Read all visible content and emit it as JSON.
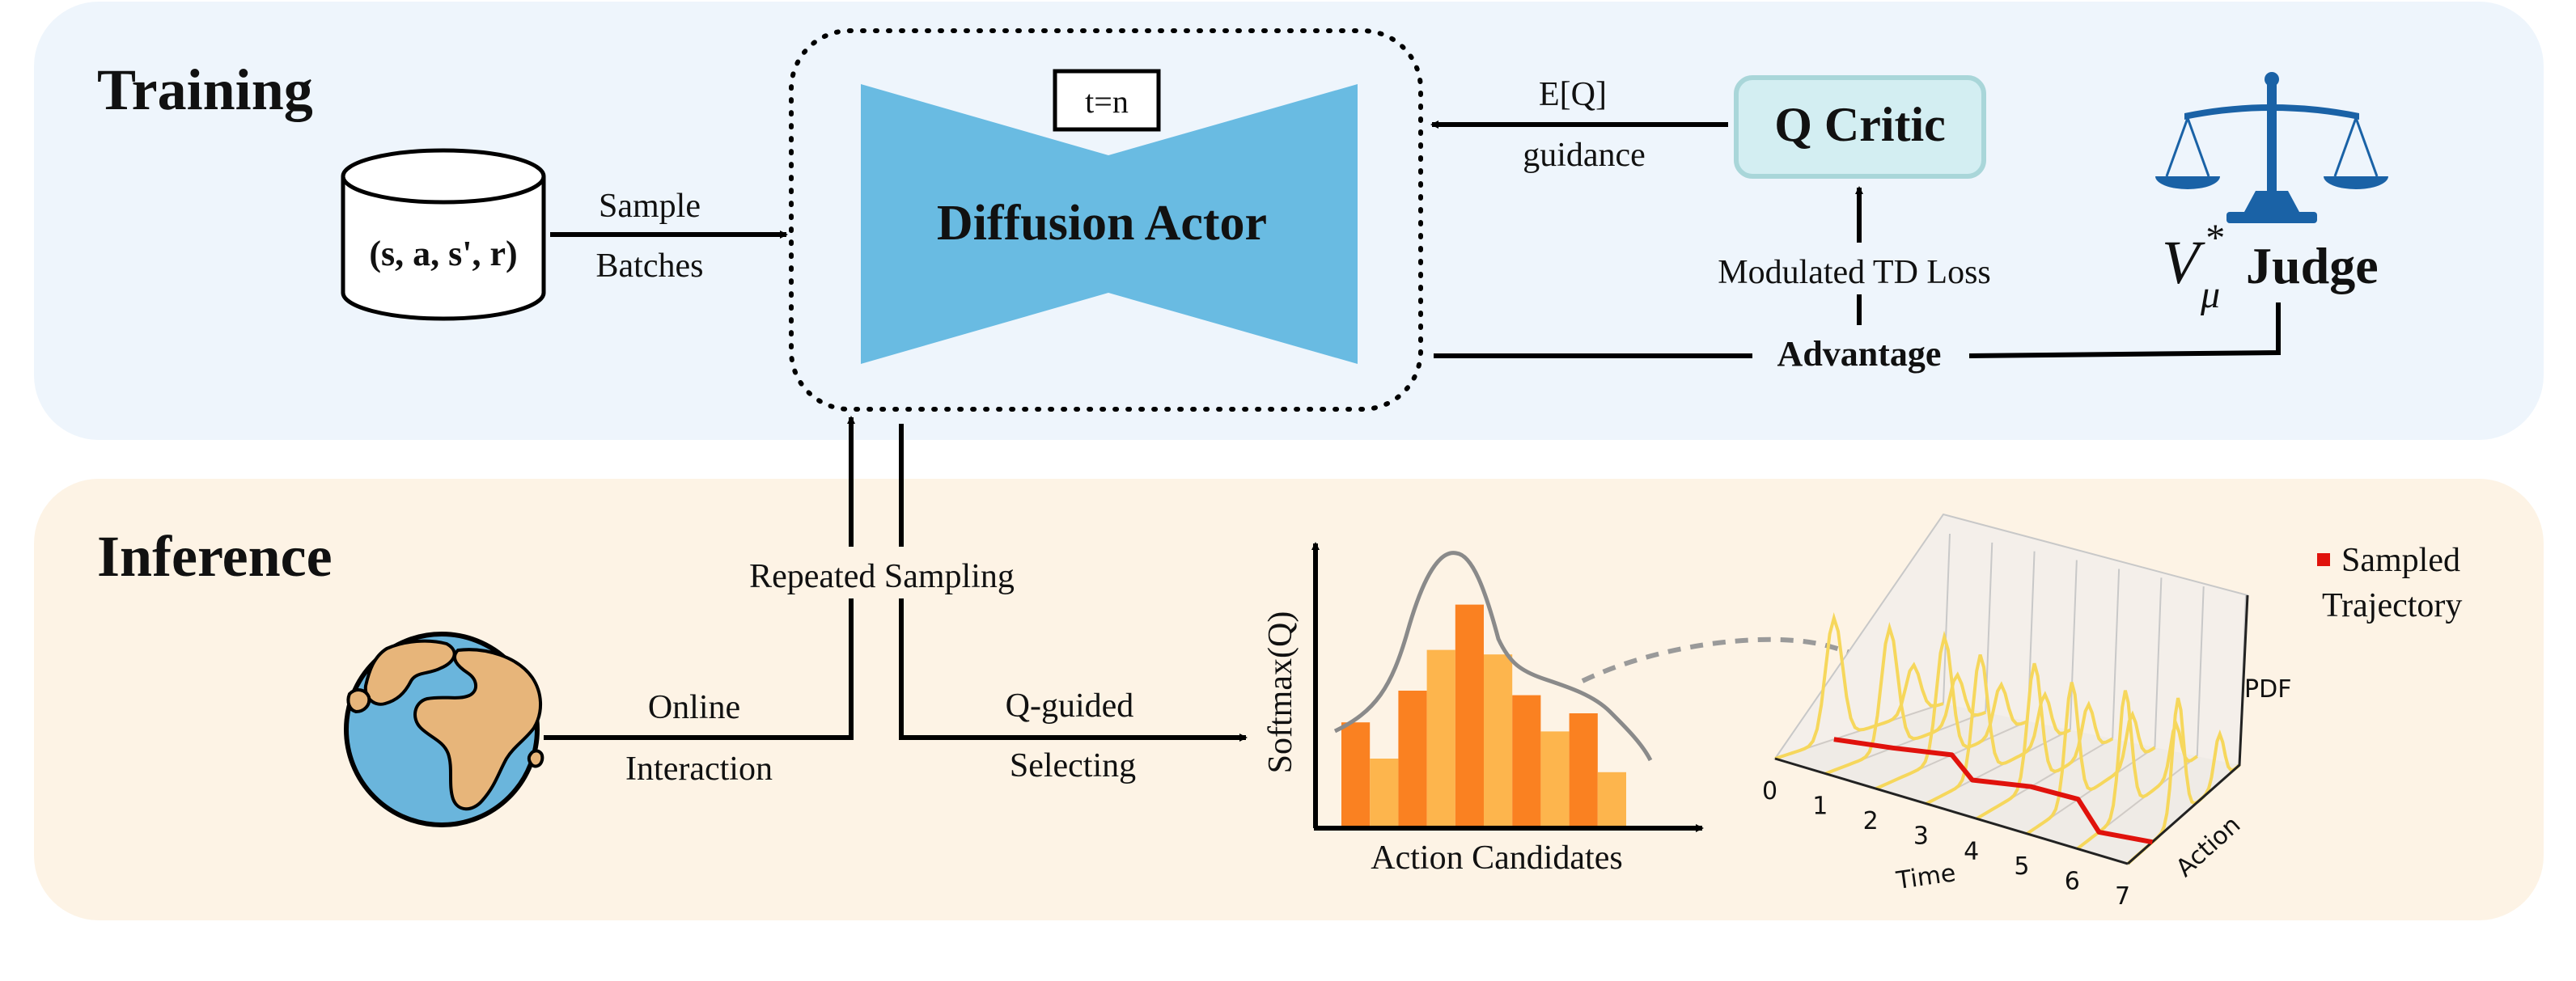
{
  "colors": {
    "training_bg": "#eef5fc",
    "inference_bg": "#fdf3e5",
    "actor_fill": "#69bbe2",
    "critic_fill": "#d3eef2",
    "critic_border": "#a9d6d9",
    "judge_blue": "#1a62a6",
    "earth_ocean": "#6ab5dc",
    "earth_land": "#e7b57a",
    "bar_dark": "#fa8121",
    "bar_light": "#fdb54d",
    "trajectory_red": "#e0120c",
    "pdf_yellow": "#f6d75c",
    "curve_gray": "#8a8a8a"
  },
  "sections": {
    "training_title": "Training",
    "inference_title": "Inference"
  },
  "buffer": {
    "label": "(s, a, s', r)"
  },
  "buffer_arrow": {
    "line1": "Sample",
    "line2": "Batches"
  },
  "actor": {
    "label": "Diffusion Actor",
    "timestep": "t=n"
  },
  "critic": {
    "label": "Q Critic"
  },
  "guidance": {
    "line1": "E[Q]",
    "line2": "guidance"
  },
  "td_loss": "Modulated TD Loss",
  "advantage": "Advantage",
  "judge": {
    "symbol": "V",
    "superscript": "*",
    "subscript": "μ",
    "label": "Judge",
    "icon": "balance-scale-icon"
  },
  "environment": {
    "icon": "globe-icon"
  },
  "online": {
    "line1": "Online",
    "line2": "Interaction"
  },
  "repeated_sampling": "Repeated Sampling",
  "qguided": {
    "line1": "Q-guided",
    "line2": "Selecting"
  },
  "chart_data": [
    {
      "type": "bar",
      "title": "",
      "xlabel": "Action Candidates",
      "ylabel": "Softmax(Q)",
      "values": [
        0.46,
        0.3,
        0.6,
        0.78,
        0.98,
        0.76,
        0.58,
        0.42,
        0.5,
        0.24
      ],
      "bar_colors": [
        "dark",
        "light",
        "dark",
        "light",
        "dark",
        "light",
        "dark",
        "light",
        "dark",
        "light"
      ],
      "overlay_curve": "smoothed density",
      "ylim": [
        0,
        1.2
      ]
    },
    {
      "type": "line",
      "title": "",
      "xlabel": "Time",
      "ylabel": "Action",
      "zlabel": "PDF",
      "time_ticks": [
        "0",
        "1",
        "2",
        "3",
        "4",
        "5",
        "6",
        "7"
      ],
      "series": [
        {
          "name": "Sampled Trajectory",
          "x": [
            0,
            1,
            2,
            3,
            4,
            5,
            6,
            7
          ],
          "y": [
            0.35,
            0.42,
            0.5,
            0.32,
            0.4,
            0.4,
            0.18,
            0.22
          ]
        }
      ],
      "pdf_slices": 8,
      "legend": "top-right"
    }
  ],
  "legend": {
    "line1": "Sampled",
    "line2": "Trajectory"
  }
}
